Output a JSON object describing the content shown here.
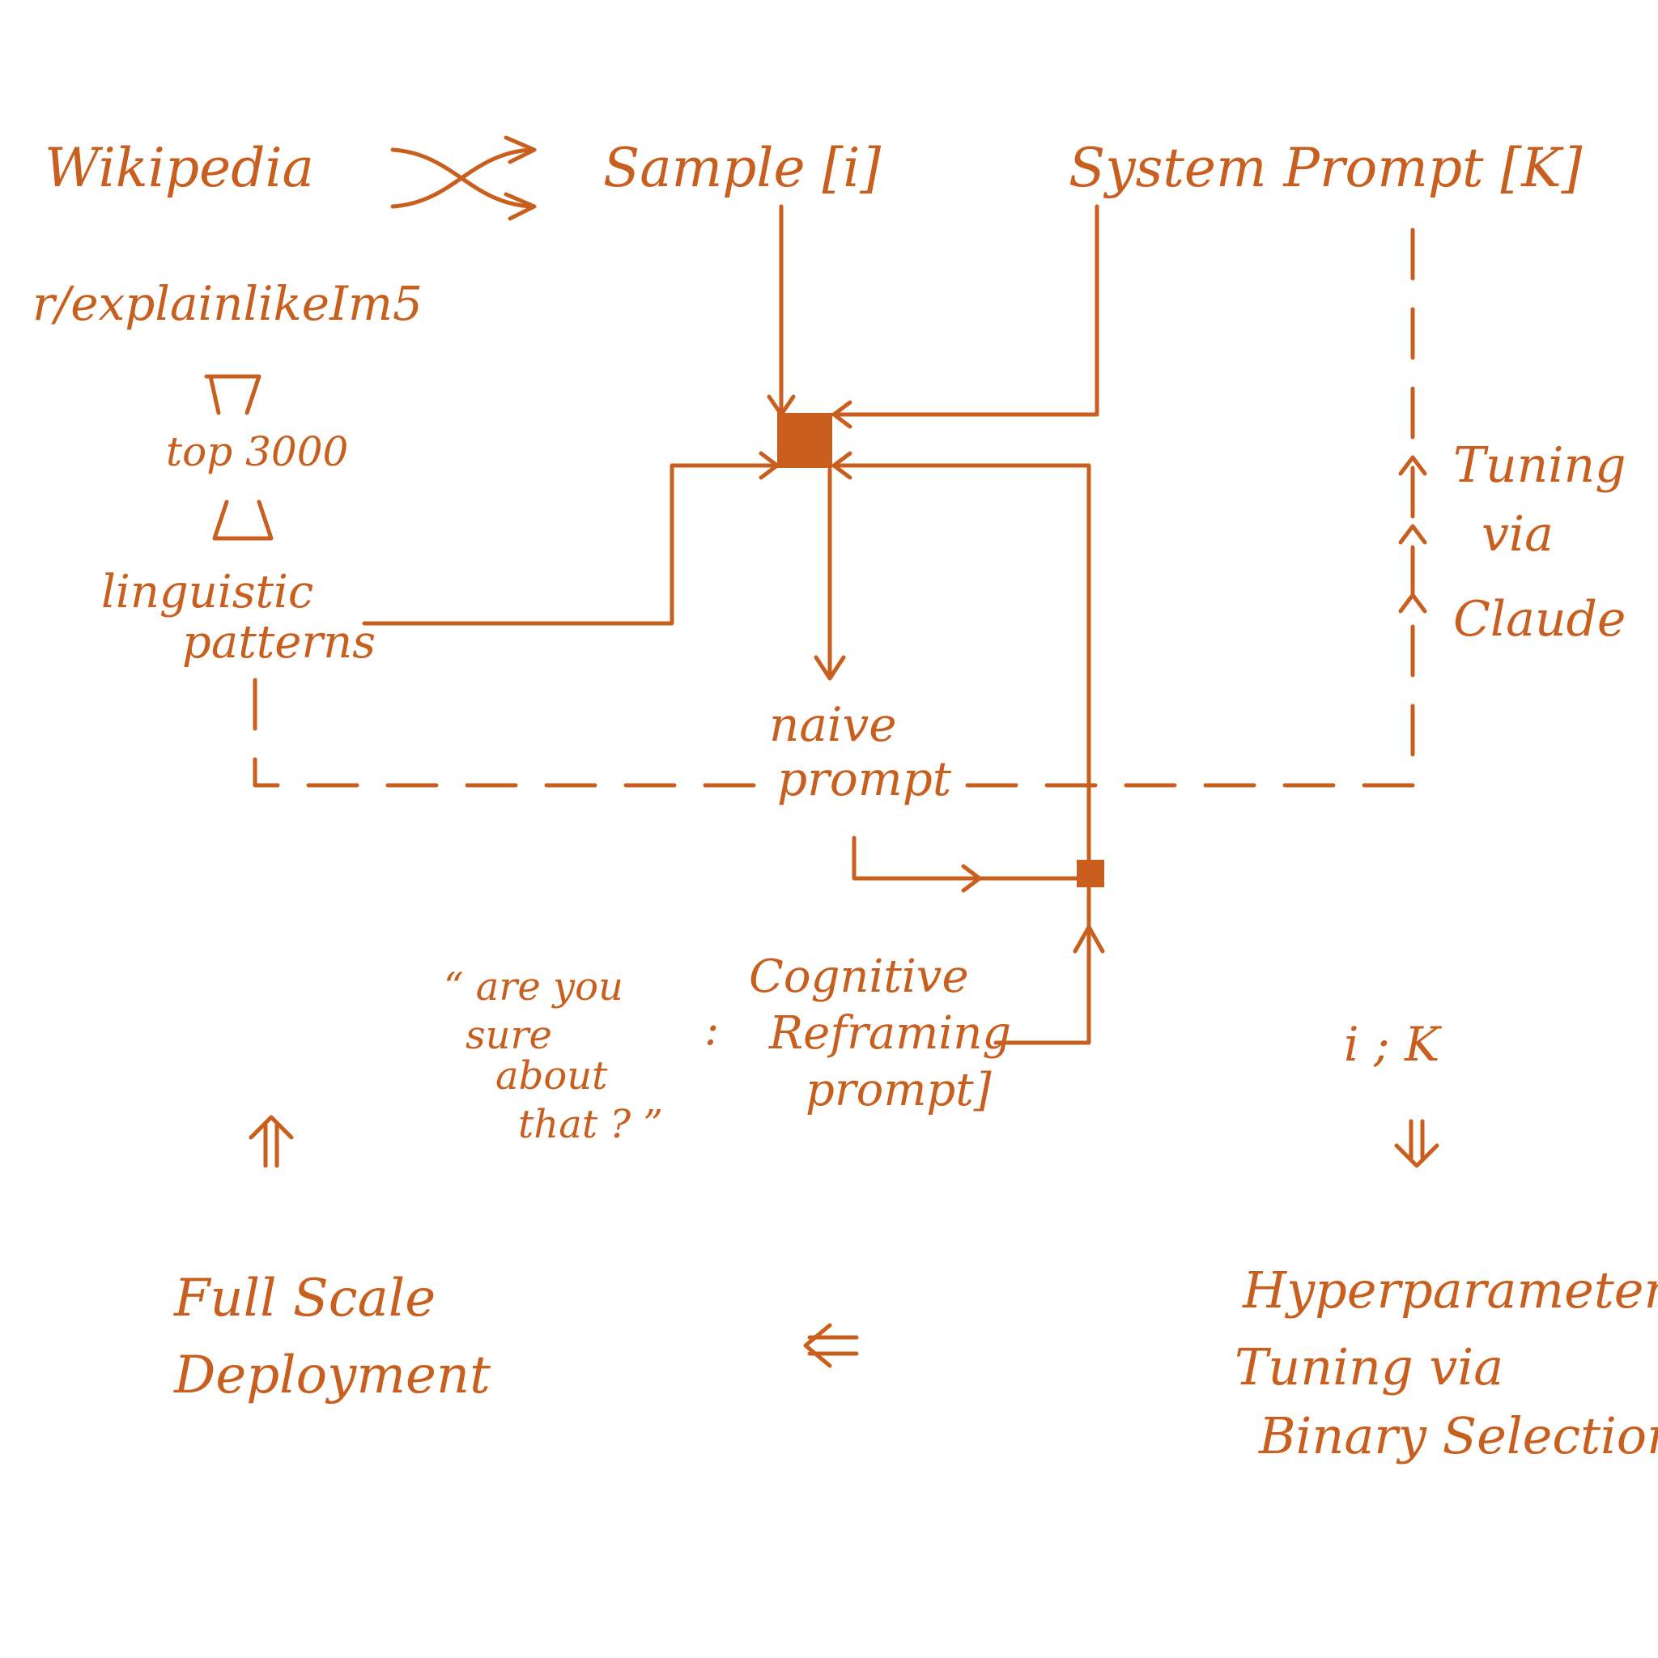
{
  "colors": {
    "ink": "#c95f1e",
    "background": "#ffffff"
  },
  "labels": {
    "wikipedia": "Wikipedia",
    "sample": "Sample [i]",
    "system_prompt": "System Prompt [K]",
    "subreddit": "r/explainlikeIm5",
    "top": "top 3000",
    "linguistic_1": "linguistic",
    "linguistic_2": "patterns",
    "naive_1": "naive",
    "naive_2": "prompt",
    "tuning_1": "Tuning",
    "tuning_2": "via",
    "tuning_3": "Claude",
    "quote_1": "“ are you",
    "quote_2": "sure",
    "quote_3": "about",
    "quote_4": "that ? ”",
    "colon": ":",
    "cognitive_1": "Cognitive",
    "cognitive_2": "Reframing",
    "cognitive_3": "prompt]",
    "ik": "i ; K",
    "full_scale_1": "Full Scale",
    "full_scale_2": "Deployment",
    "hyper_1": "Hyperparameter",
    "hyper_2": "Tuning  via",
    "hyper_3": "Binary  Selection"
  },
  "icons": {
    "shuffle": "shuffle-arrows-icon",
    "funnel": "funnel-icon",
    "arrow_up_double": "double-up-arrow-icon",
    "arrow_down_double": "double-down-arrow-icon",
    "arrow_left_double": "double-left-arrow-icon"
  }
}
